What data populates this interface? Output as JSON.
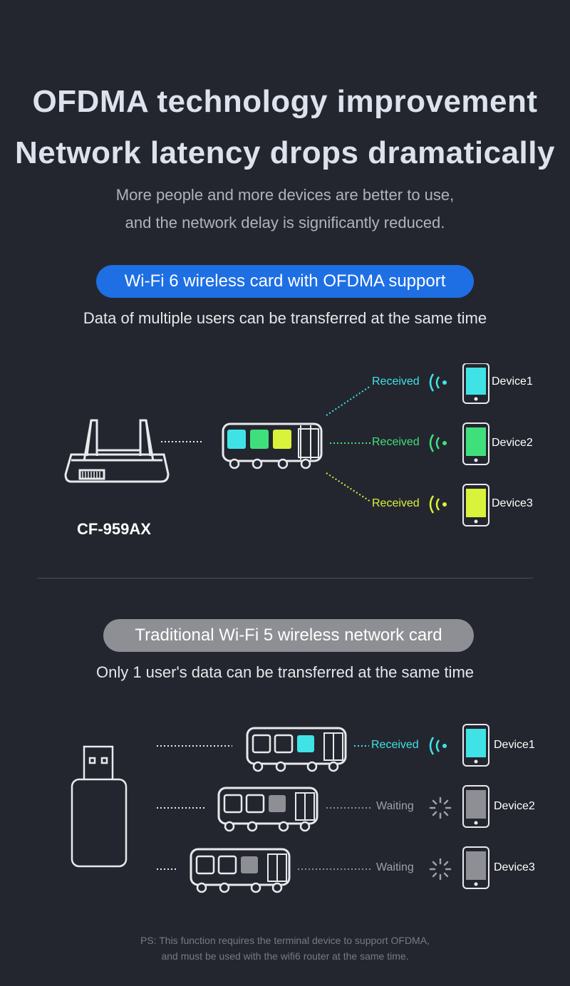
{
  "headline": {
    "line1": "OFDMA technology improvement",
    "line2": "Network latency drops dramatically"
  },
  "subtitle": {
    "line1": "More people and more devices are better to use,",
    "line2": "and the network delay is significantly reduced."
  },
  "wifi6": {
    "pill_label": "Wi-Fi 6 wireless card with OFDMA support",
    "description": "Data of multiple users can be transferred at the same time",
    "model": "CF-959AX",
    "rows": [
      {
        "status": "Received",
        "device": "Device1",
        "color": "#3fe3e6"
      },
      {
        "status": "Received",
        "device": "Device2",
        "color": "#3fe07c"
      },
      {
        "status": "Received",
        "device": "Device3",
        "color": "#d9f23a"
      }
    ]
  },
  "wifi5": {
    "pill_label": "Traditional Wi-Fi 5 wireless network card",
    "description": "Only 1 user's data can be transferred at the same time",
    "rows": [
      {
        "status": "Received",
        "device": "Device1",
        "color": "#3fe3e6"
      },
      {
        "status": "Waiting",
        "device": "Device2",
        "color": "#8d8f94"
      },
      {
        "status": "Waiting",
        "device": "Device3",
        "color": "#8d8f94"
      }
    ]
  },
  "footnote": {
    "line1": "PS: This function requires the terminal device to support OFDMA,",
    "line2": "and must be used with the wifi6 router at the same time."
  },
  "icons": {
    "router": "router-icon",
    "bus": "bus-icon",
    "signal": "wifi-signal-icon",
    "phone": "smartphone-icon",
    "usb": "usb-adapter-icon",
    "waiting": "loading-spinner-icon"
  },
  "colors": {
    "background": "#24262f",
    "accent_blue": "#1e6fe4",
    "pill_gray": "#8d8f94",
    "cyan": "#3fe3e6",
    "green": "#3fe07c",
    "yellow": "#d9f23a"
  }
}
